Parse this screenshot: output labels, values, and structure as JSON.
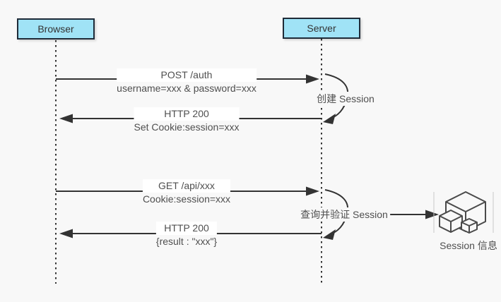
{
  "diagram": {
    "background": "#f8f8f8",
    "colors": {
      "actor_fill": "#a0e3f6",
      "actor_border": "#1f2b38",
      "line": "#333333",
      "text": "#4f4f4f",
      "label_mask": "#ffffff"
    },
    "actors": [
      {
        "label": "Browser"
      },
      {
        "label": "Server"
      }
    ],
    "messages": [
      {
        "title": "POST /auth",
        "detail": "username=xxx & password=xxx",
        "direction": "browser-to-server"
      },
      {
        "title": "HTTP 200",
        "detail": "Set Cookie:session=xxx",
        "direction": "server-to-browser"
      },
      {
        "title": "GET /api/xxx",
        "detail": "Cookie:session=xxx",
        "direction": "browser-to-server"
      },
      {
        "title": "HTTP 200",
        "detail": "{result : \"xxx\"}",
        "direction": "server-to-browser"
      }
    ],
    "self_actions": [
      {
        "label": "创建 Session"
      },
      {
        "label": "查询并验证 Session"
      }
    ],
    "datastore": {
      "label": "Session 信息",
      "icon": "cubes-3d-icon"
    }
  }
}
